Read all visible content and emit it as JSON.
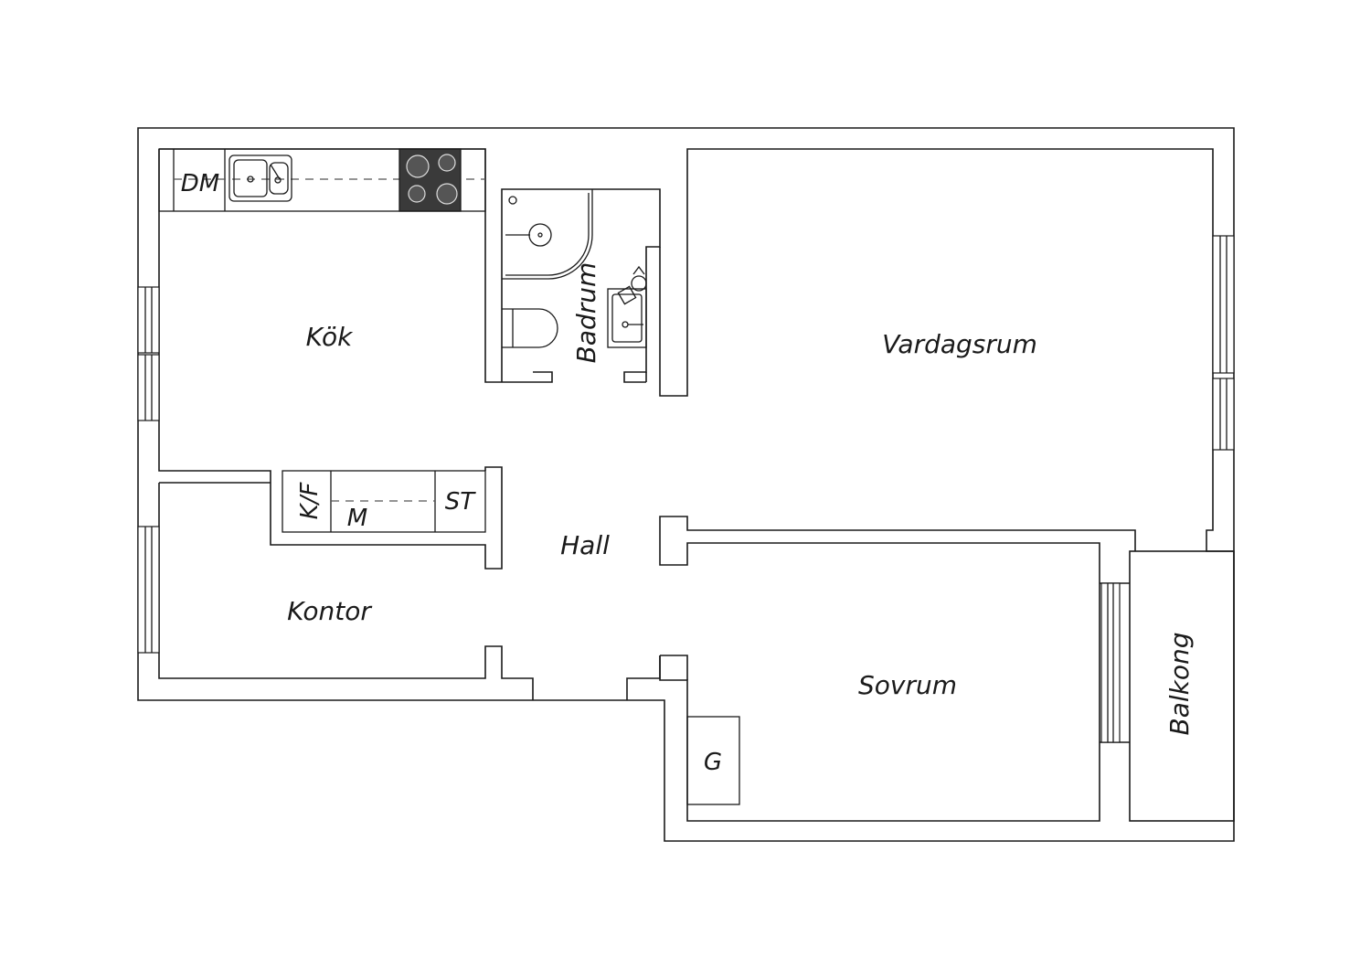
{
  "rooms": {
    "kitchen": "Kök",
    "bathroom": "Badrum",
    "living_room": "Vardagsrum",
    "hall": "Hall",
    "office": "Kontor",
    "bedroom": "Sovrum",
    "balcony": "Balkong"
  },
  "fixtures": {
    "dishwasher": "DM",
    "fridge_freezer": "K/F",
    "microwave": "M",
    "storage": "ST",
    "wardrobe": "G"
  },
  "colors": {
    "line": "#1a1a1a",
    "stove": "#3a3a3a",
    "background": "#ffffff"
  }
}
